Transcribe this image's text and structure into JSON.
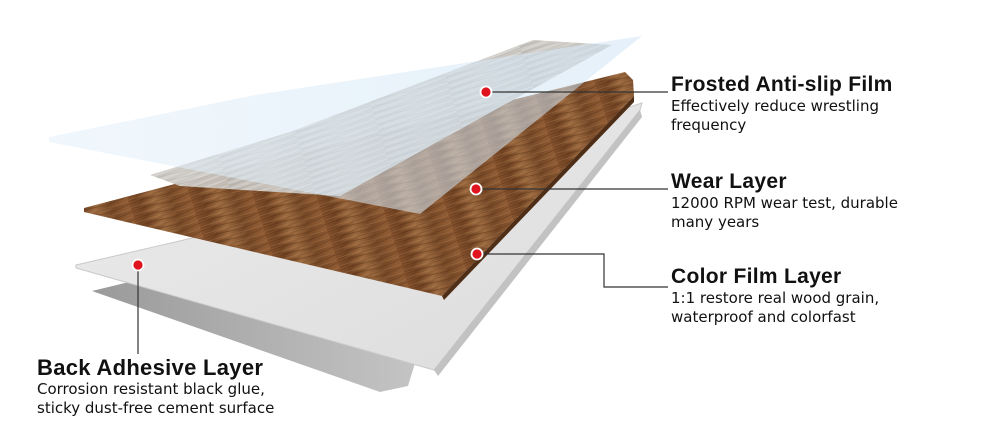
{
  "layers": [
    {
      "id": "antislip",
      "title": "Frosted Anti-slip Film",
      "desc_line1": "Effectively reduce wrestling",
      "desc_line2": "frequency"
    },
    {
      "id": "wear",
      "title": "Wear Layer",
      "desc_line1": "12000 RPM wear test, durable",
      "desc_line2": "many years"
    },
    {
      "id": "color",
      "title": "Color Film Layer",
      "desc_line1": "1:1 restore real wood grain,",
      "desc_line2": "waterproof and colorfast"
    },
    {
      "id": "back",
      "title": "Back Adhesive Layer",
      "desc_line1": "Corrosion resistant black glue,",
      "desc_line2": "sticky dust-free cement surface"
    }
  ],
  "colors": {
    "marker": "#e0141e",
    "leader_line": "#333333",
    "film": "#d8eaf7",
    "wood_dark": "#7a4a26",
    "wood_light": "#a87a52",
    "wear_gray": "#c9c6c1",
    "back_plate": "#e4e4e4",
    "back_shadow": "#a9a9a9"
  }
}
